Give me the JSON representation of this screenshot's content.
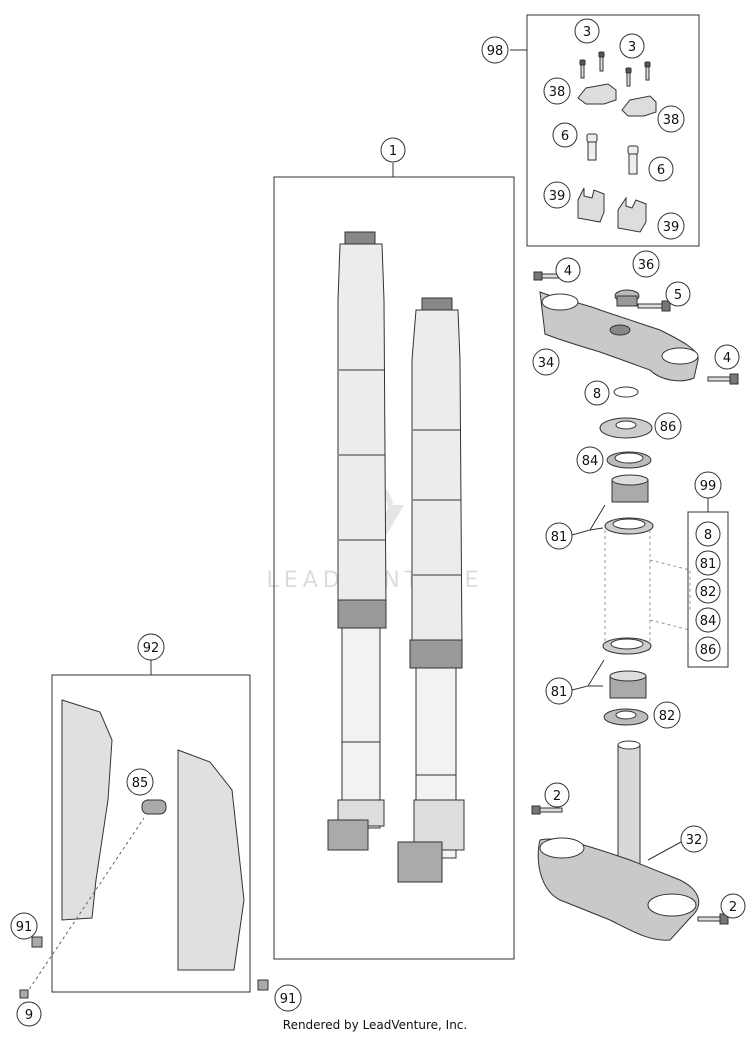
{
  "callouts": {
    "c1": "1",
    "c98": "98",
    "c3a": "3",
    "c3b": "3",
    "c38a": "38",
    "c38b": "38",
    "c6a": "6",
    "c6b": "6",
    "c39a": "39",
    "c39b": "39",
    "c4a": "4",
    "c36": "36",
    "c5": "5",
    "c34": "34",
    "c4b": "4",
    "c8": "8",
    "c86": "86",
    "c84": "84",
    "c99": "99",
    "k99_8": "8",
    "k99_81": "81",
    "k99_82": "82",
    "k99_84": "84",
    "k99_86": "86",
    "c81a": "81",
    "c81b": "81",
    "c82": "82",
    "c2a": "2",
    "c32": "32",
    "c2b": "2",
    "c92": "92",
    "c85": "85",
    "c91a": "91",
    "c91b": "91",
    "c9": "9"
  },
  "watermark": "LEADVENTURE",
  "footer": "Rendered by LeadVenture, Inc."
}
